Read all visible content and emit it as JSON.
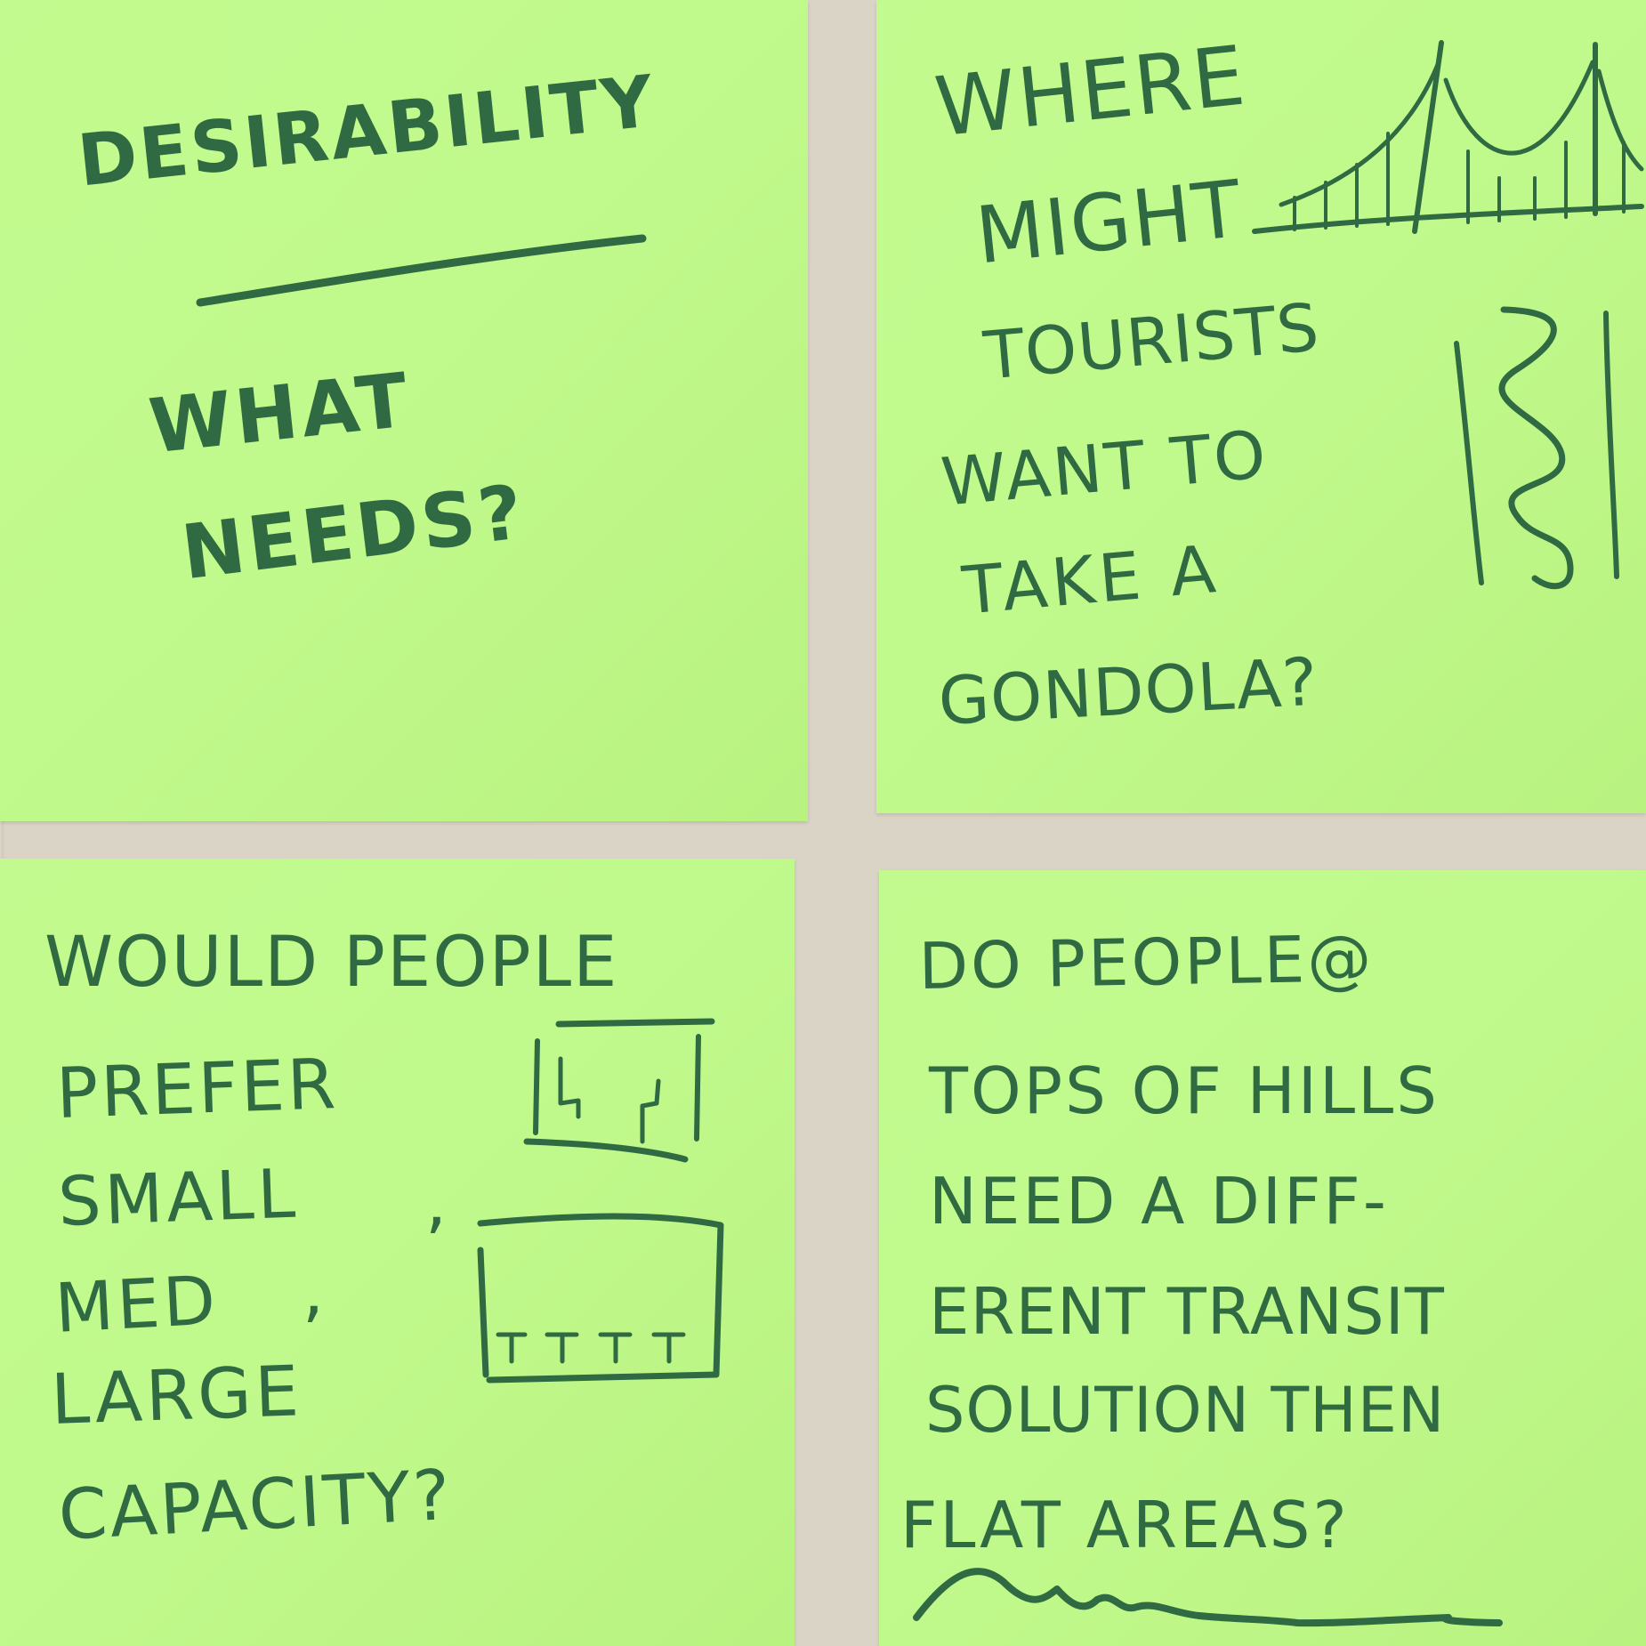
{
  "image": {
    "subject": "Four green sticky notes on a light wooden wall",
    "ink_color": "#2f6a43",
    "note_color": "#c0f98b",
    "wall_color": "#d8d1c3"
  },
  "notes": [
    {
      "id": "desirability",
      "lines": [
        "DESIRABILITY",
        "WHAT",
        "NEEDS?"
      ]
    },
    {
      "id": "where-tourists",
      "lines": [
        "WHERE",
        "MIGHT",
        "TOURISTS",
        "WANT TO",
        "TAKE A",
        "GONDOLA?"
      ]
    },
    {
      "id": "capacity",
      "lines": [
        "WOULD PEOPLE",
        "PREFER",
        "SMALL",
        "MED",
        "LARGE",
        "CAPACITY?"
      ],
      "punctuation": [
        ",",
        ","
      ]
    },
    {
      "id": "hills",
      "lines": [
        "DO PEOPLE@",
        "TOPS OF HILLS",
        "NEED A DIFF-",
        "ERENT TRANSIT",
        "SOLUTION THEN",
        "FLAT AREAS?"
      ]
    }
  ]
}
